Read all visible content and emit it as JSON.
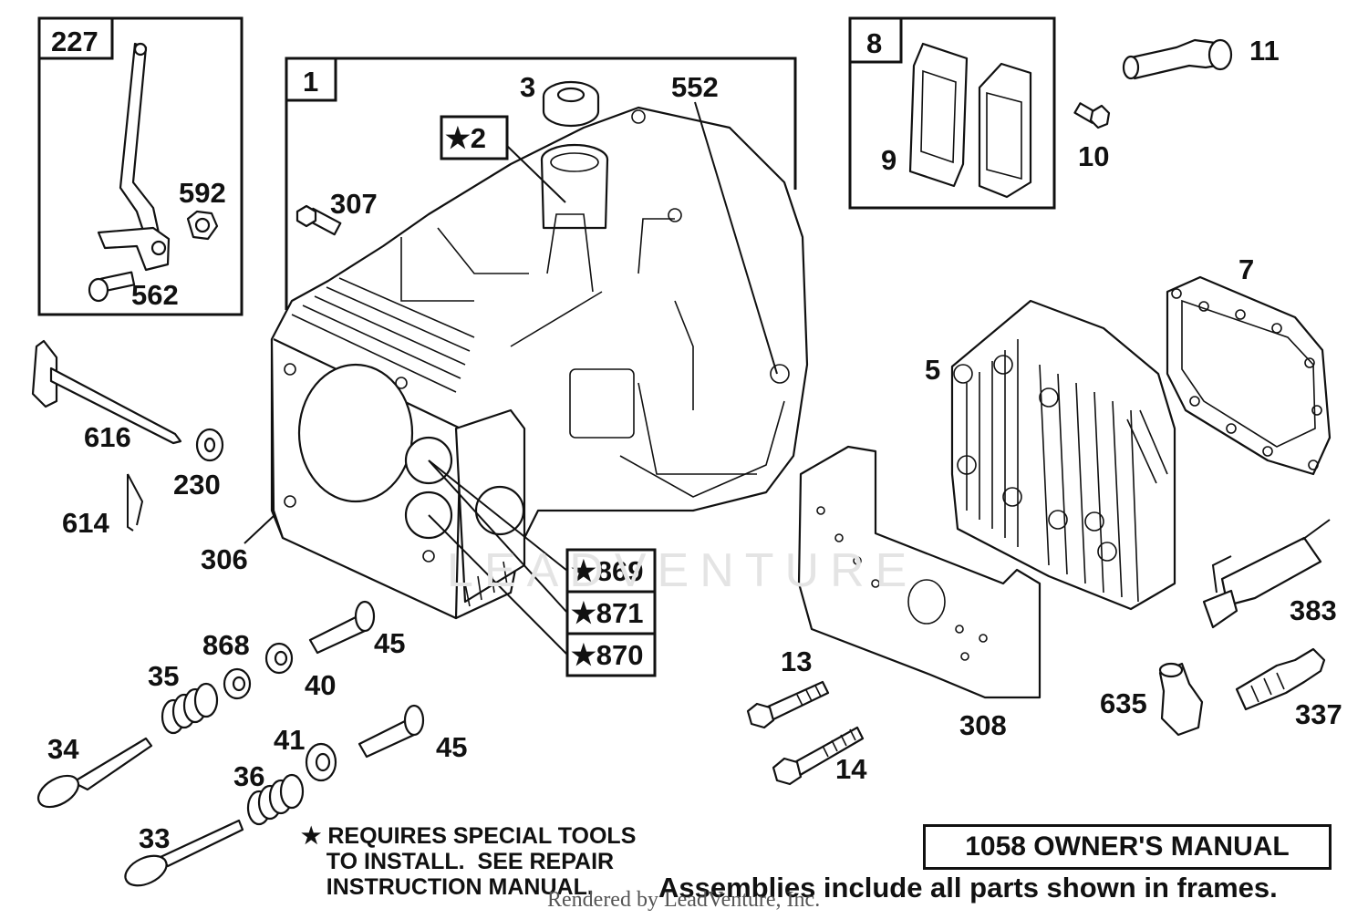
{
  "labels": {
    "p227": "227",
    "p592": "592",
    "p562": "562",
    "p1": "1",
    "p2": "★2",
    "p3": "3",
    "p552": "552",
    "p307": "307",
    "p8": "8",
    "p9": "9",
    "p10": "10",
    "p11": "11",
    "p7": "7",
    "p5": "5",
    "p616": "616",
    "p230": "230",
    "p614": "614",
    "p306": "306",
    "p869": "★869",
    "p871": "★871",
    "p870": "★870",
    "p868": "868",
    "p35": "35",
    "p40": "40",
    "p45a": "45",
    "p45b": "45",
    "p34": "34",
    "p41": "41",
    "p36": "36",
    "p33": "33",
    "p13": "13",
    "p14": "14",
    "p308": "308",
    "p383": "383",
    "p635": "635",
    "p337": "337"
  },
  "notes": {
    "special_tools": "★ REQUIRES SPECIAL TOOLS\n    TO INSTALL.  SEE REPAIR\n    INSTRUCTION MANUAL.",
    "manual": "1058 OWNER'S MANUAL",
    "assemblies": "Assemblies include all parts shown in frames.",
    "watermark": "LEADVENTURE",
    "render_credit": "Rendered by LeadVenture, Inc."
  }
}
